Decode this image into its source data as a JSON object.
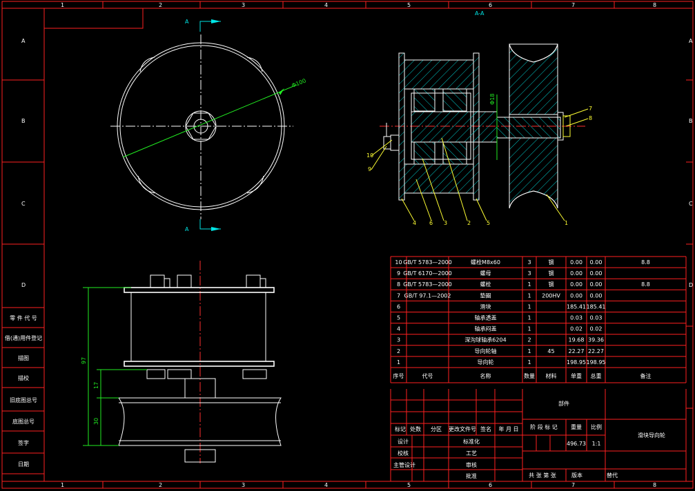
{
  "border": {
    "col_numbers": [
      "1",
      "2",
      "3",
      "4",
      "5",
      "6",
      "7",
      "8"
    ],
    "row_letters": [
      "A",
      "B",
      "C",
      "D"
    ],
    "side_labels": [
      "零 件 代 号",
      "借(通)用件登记",
      "描图",
      "描校",
      "旧底图总号",
      "底图总号",
      "签字",
      "日期"
    ]
  },
  "views": {
    "section_title": "A-A",
    "section_mark": "A",
    "diameter_label": "Φ100",
    "bore_label": "Φ18",
    "dims": {
      "total": "97",
      "middle": "17",
      "lower": "30"
    },
    "balloons": [
      "1",
      "2",
      "3",
      "4",
      "5",
      "6",
      "7",
      "8",
      "9",
      "10"
    ]
  },
  "bom": {
    "headers": [
      "序号",
      "代号",
      "名称",
      "数量",
      "材料",
      "单重",
      "总重",
      "备注"
    ],
    "rows": [
      [
        "10",
        "GB/T 5783—2000",
        "螺栓M8x60",
        "3",
        "钢",
        "0.00",
        "0.00",
        "8.8"
      ],
      [
        "9",
        "GB/T 6170—2000",
        "螺母",
        "3",
        "钢",
        "0.00",
        "0.00",
        ""
      ],
      [
        "8",
        "GB/T 5783—2000",
        "螺栓",
        "1",
        "钢",
        "0.00",
        "0.00",
        "8.8"
      ],
      [
        "7",
        "GB/T 97.1—2002",
        "垫圈",
        "1",
        "200HV",
        "0.00",
        "0.00",
        ""
      ],
      [
        "6",
        "",
        "滑块",
        "1",
        "",
        "185.41",
        "185.41",
        ""
      ],
      [
        "5",
        "",
        "轴承透盖",
        "1",
        "",
        "0.03",
        "0.03",
        ""
      ],
      [
        "4",
        "",
        "轴承闷盖",
        "1",
        "",
        "0.02",
        "0.02",
        ""
      ],
      [
        "3",
        "",
        "深沟球轴承6204",
        "2",
        "",
        "19.68",
        "39.36",
        ""
      ],
      [
        "2",
        "",
        "导向轮轴",
        "1",
        "45",
        "22.27",
        "22.27",
        ""
      ],
      [
        "1",
        "",
        "导向轮",
        "1",
        "",
        "198.95",
        "198.95",
        ""
      ]
    ]
  },
  "titleblock": {
    "material_label": "部件",
    "rev_headers": [
      "标记",
      "处数",
      "分区",
      "更改文件号",
      "签名",
      "年 月 日"
    ],
    "role_labels": [
      "设计",
      "校核",
      "主管设计"
    ],
    "check_labels": [
      "标准化",
      "工艺",
      "审核",
      "批准"
    ],
    "stage_label": "阶 段 标 记",
    "weight_label": "重量",
    "scale_label": "比例",
    "weight_value": "496.73",
    "scale_value": "1:1",
    "title": "滑块导向轮",
    "sheet_label": "共  张 第  张",
    "version_label": "版本",
    "replace_label": "替代"
  }
}
